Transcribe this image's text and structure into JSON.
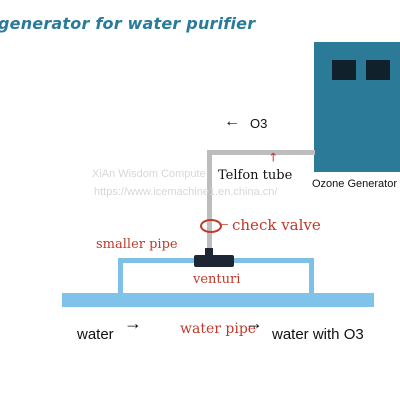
{
  "title": "generator for water purifier",
  "generator": {
    "label": "Ozone Generator",
    "color": "#2b7a98",
    "window_color": "#10212c"
  },
  "ozone": {
    "label": "O3",
    "arrow": "←"
  },
  "tube": {
    "label": "Telfon tube",
    "arrow": "↗"
  },
  "valve": {
    "label": "check valve",
    "arrow": "←"
  },
  "small_pipe": {
    "label": "smaller pipe"
  },
  "venturi": {
    "label": "venturi"
  },
  "main_pipe": {
    "label": "water pipe",
    "color": "#80c3ea"
  },
  "flow": {
    "inlet_label": "water",
    "outlet_label": "water with O3",
    "arrow": "→"
  },
  "watermark": {
    "line1": "XiAn Wisdom Compute",
    "line2": "https://www.icemachine1.en.china.cn/"
  },
  "accent_color": "#c0392b"
}
